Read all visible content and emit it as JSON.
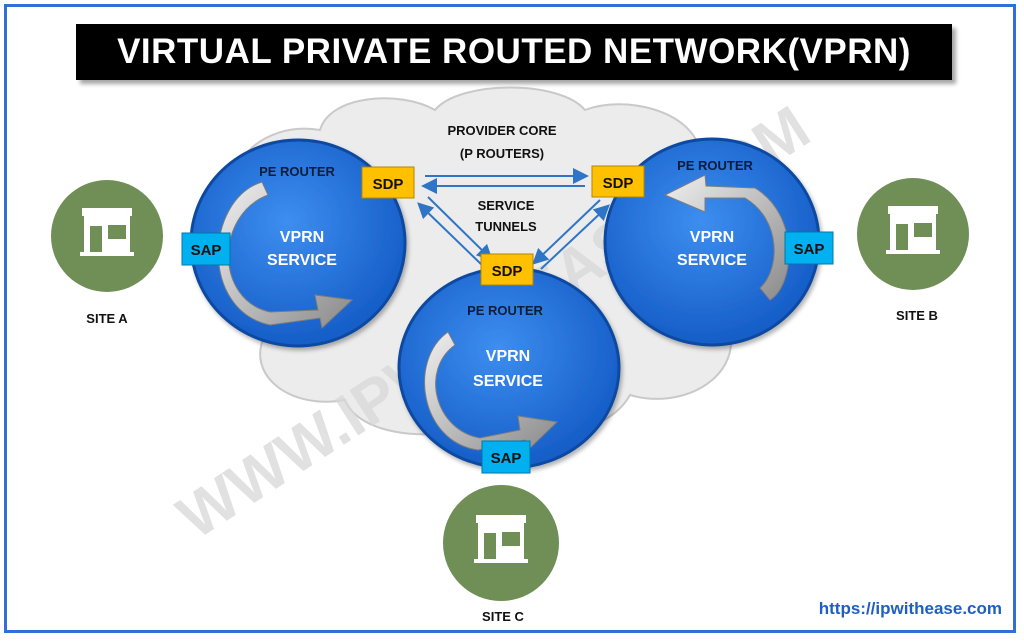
{
  "title": "VIRTUAL PRIVATE ROUTED NETWORK(VPRN)",
  "watermark": "WWW.IPWITHEASE.COM",
  "url": "https://ipwithease.com",
  "cloud": {
    "label_line1": "PROVIDER CORE",
    "label_line2": "(P ROUTERS)",
    "tunnels_line1": "SERVICE",
    "tunnels_line2": "TUNNELS"
  },
  "routers": [
    {
      "pe": "PE ROUTER",
      "svc1": "VPRN",
      "svc2": "SERVICE",
      "sdp": "SDP",
      "sap": "SAP"
    },
    {
      "pe": "PE ROUTER",
      "svc1": "VPRN",
      "svc2": "SERVICE",
      "sdp": "SDP",
      "sap": "SAP"
    },
    {
      "pe": "PE ROUTER",
      "svc1": "VPRN",
      "svc2": "SERVICE",
      "sdp": "SDP",
      "sap": "SAP"
    }
  ],
  "sites": [
    {
      "label": "SITE A"
    },
    {
      "label": "SITE B"
    },
    {
      "label": "SITE C"
    }
  ],
  "colors": {
    "router_blue": "#1f73d6",
    "sdp_yellow": "#ffc000",
    "sap_blue": "#00b0f0",
    "site_green": "#6f8f56",
    "frame_blue": "#2f6fd6"
  },
  "icons": {
    "site": "store-icon",
    "arrow": "curved-arrow-icon"
  }
}
